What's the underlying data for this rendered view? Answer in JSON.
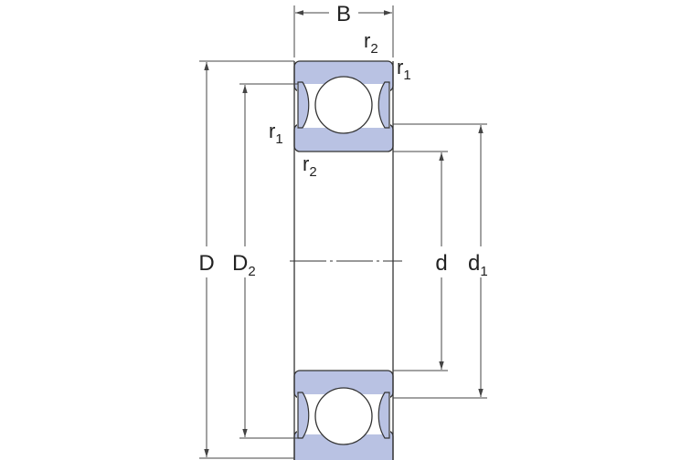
{
  "diagram": {
    "labels": {
      "B": "B",
      "D": "D",
      "D2_main": "D",
      "D2_sub": "2",
      "d": "d",
      "d1_main": "d",
      "d1_sub": "1",
      "r2_top_main": "r",
      "r2_top_sub": "2",
      "r1_top_main": "r",
      "r1_top_sub": "1",
      "r1_left_main": "r",
      "r1_left_sub": "1",
      "r2_left_main": "r",
      "r2_left_sub": "2"
    },
    "colors": {
      "ring_fill": "#b9c2e3",
      "outline": "#333333",
      "dim_line": "#444444"
    }
  }
}
